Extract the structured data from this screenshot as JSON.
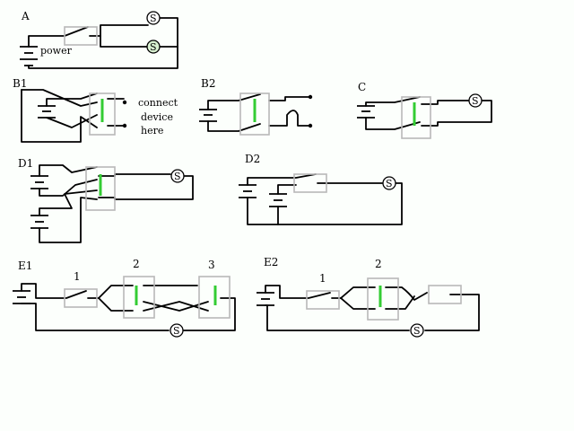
{
  "labels": {
    "A": "A",
    "B1": "B1",
    "B2": "B2",
    "C": "C",
    "D1": "D1",
    "D2": "D2",
    "E1": "E1",
    "E2": "E2"
  },
  "annotations": {
    "power": "power",
    "connect_line1": "connect",
    "connect_line2": "device",
    "connect_line3": "here",
    "e1_switch1": "1",
    "e1_switch2": "2",
    "e1_switch3": "3",
    "e2_switch1": "1",
    "e2_switch2": "2"
  },
  "lamp_symbol": "S",
  "colors": {
    "wire": "#000000",
    "switch_box": "#b8b8b8",
    "linkage": "#33cc33",
    "background": "#fcfffc"
  }
}
